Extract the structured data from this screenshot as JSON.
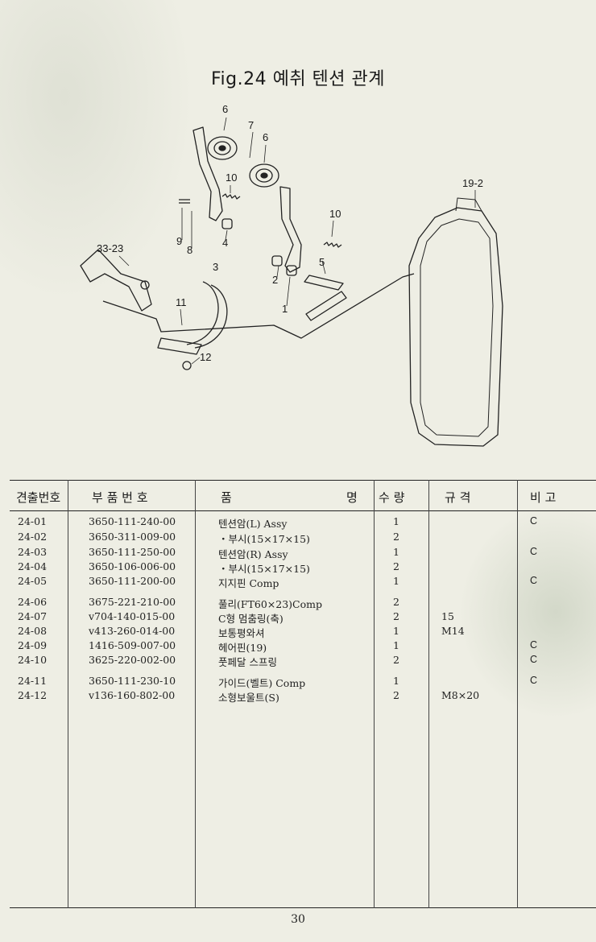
{
  "figure": {
    "title": "Fig.24  예취 텐션 관계",
    "callouts": [
      "6",
      "7",
      "6",
      "10",
      "10",
      "9",
      "8",
      "4",
      "3",
      "5",
      "2",
      "1",
      "33-23",
      "11",
      "12",
      "19-2"
    ]
  },
  "table": {
    "headers": {
      "no": "견출번호",
      "part_number": "부  품  번  호",
      "name": "품",
      "name_tail": "명",
      "qty": "수  량",
      "spec": "규      격",
      "remark": "비      고"
    },
    "rows": [
      {
        "no": "24-01",
        "part": "3650-111-240-00",
        "name": "텐션암(L) Assy",
        "qty": "1",
        "spec": "",
        "remark": "C"
      },
      {
        "no": "24-02",
        "part": "3650-311-009-00",
        "name": "・부시(15×17×15)",
        "qty": "2",
        "spec": "",
        "remark": ""
      },
      {
        "no": "24-03",
        "part": "3650-111-250-00",
        "name": "텐션암(R) Assy",
        "qty": "1",
        "spec": "",
        "remark": "C"
      },
      {
        "no": "24-04",
        "part": "3650-106-006-00",
        "name": "・부시(15×17×15)",
        "qty": "2",
        "spec": "",
        "remark": ""
      },
      {
        "no": "24-05",
        "part": "3650-111-200-00",
        "name": "지지핀 Comp",
        "qty": "1",
        "spec": "",
        "remark": "C"
      },
      {
        "no": "24-06",
        "part": "3675-221-210-00",
        "name": "풀리(FT60×23)Comp",
        "qty": "2",
        "spec": "",
        "remark": ""
      },
      {
        "no": "24-07",
        "part": "v704-140-015-00",
        "name": "C형 멈춤링(축)",
        "qty": "2",
        "spec": "15",
        "remark": ""
      },
      {
        "no": "24-08",
        "part": "v413-260-014-00",
        "name": "보통평와셔",
        "qty": "1",
        "spec": "M14",
        "remark": ""
      },
      {
        "no": "24-09",
        "part": "1416-509-007-00",
        "name": "헤어핀(19)",
        "qty": "1",
        "spec": "",
        "remark": "C"
      },
      {
        "no": "24-10",
        "part": "3625-220-002-00",
        "name": "풋페달 스프링",
        "qty": "2",
        "spec": "",
        "remark": "C"
      },
      {
        "no": "24-11",
        "part": "3650-111-230-10",
        "name": "가이드(벨트) Comp",
        "qty": "1",
        "spec": "",
        "remark": "C"
      },
      {
        "no": "24-12",
        "part": "v136-160-802-00",
        "name": "소형보울트(S)",
        "qty": "2",
        "spec": "M8×20",
        "remark": ""
      }
    ]
  },
  "page_number": "30"
}
